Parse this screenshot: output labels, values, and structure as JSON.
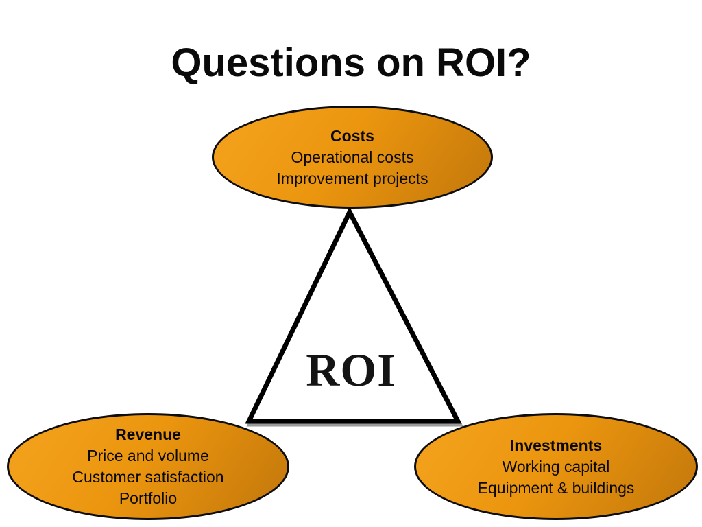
{
  "slide": {
    "title": "Questions on ROI?",
    "center_label": "ROI",
    "nodes": {
      "costs": {
        "heading": "Costs",
        "lines": [
          "Operational costs",
          "Improvement projects"
        ]
      },
      "revenue": {
        "heading": "Revenue",
        "lines": [
          "Price and volume",
          "Customer satisfaction",
          "Portfolio"
        ]
      },
      "investments": {
        "heading": "Investments",
        "lines": [
          "Working capital",
          "Equipment & buildings"
        ]
      }
    },
    "colors": {
      "background": "#FFFFFF",
      "ellipse_gradient_light": "#F4A31F",
      "ellipse_gradient_mid": "#EC960F",
      "ellipse_gradient_dark": "#C2770B",
      "outline": "#0D0D0D",
      "triangle_shadow": "#9A9A9A",
      "text": "#0A0A0A"
    }
  }
}
